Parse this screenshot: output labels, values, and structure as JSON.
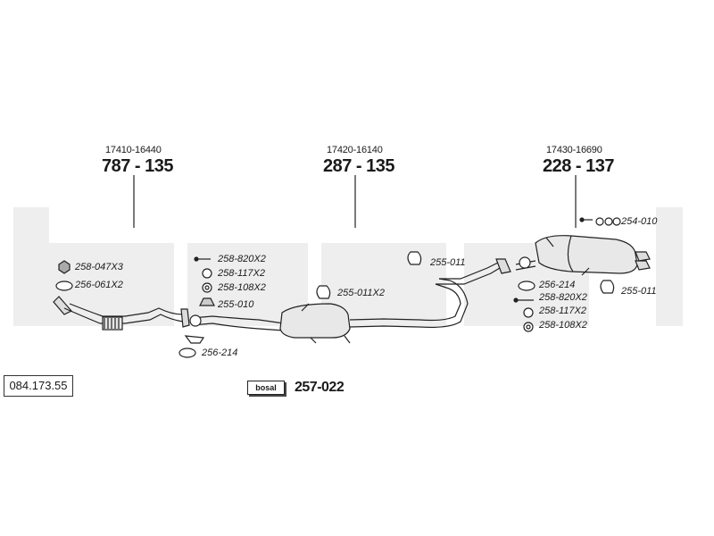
{
  "watermark": {
    "text": "bosal",
    "color": "#eeeeee"
  },
  "sections": [
    {
      "oem": "17410-16440",
      "part": "787 - 135"
    },
    {
      "oem": "17420-16140",
      "part": "287 - 135"
    },
    {
      "oem": "17430-16690",
      "part": "228 - 137"
    }
  ],
  "parts": {
    "p1": "258-047X3",
    "p2": "256-061X2",
    "p3": "258-820X2",
    "p4": "258-117X2",
    "p5": "258-108X2",
    "p6": "255-010",
    "p7": "256-214",
    "p8": "255-011X2",
    "p9": "255-011",
    "p10": "254-010",
    "p11": "256-214",
    "p12": "258-820X2",
    "p13": "258-117X2",
    "p14": "258-108X2",
    "p15": "255-011"
  },
  "kit": {
    "logo_text": "bosal",
    "number": "257-022"
  },
  "diagram_ref": "084.173.55"
}
